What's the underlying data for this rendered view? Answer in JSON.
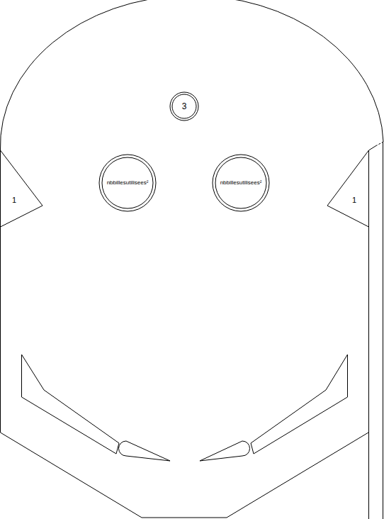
{
  "diagram": {
    "nodes": [
      {
        "text": [
          "3"
        ]
      },
      {
        "text": [
          "1"
        ]
      },
      {
        "text": [
          "nbbillesutilisees²"
        ]
      },
      {
        "text": [
          "nbbillesutilisees²"
        ]
      },
      {
        "text": [
          "1"
        ]
      }
    ]
  }
}
